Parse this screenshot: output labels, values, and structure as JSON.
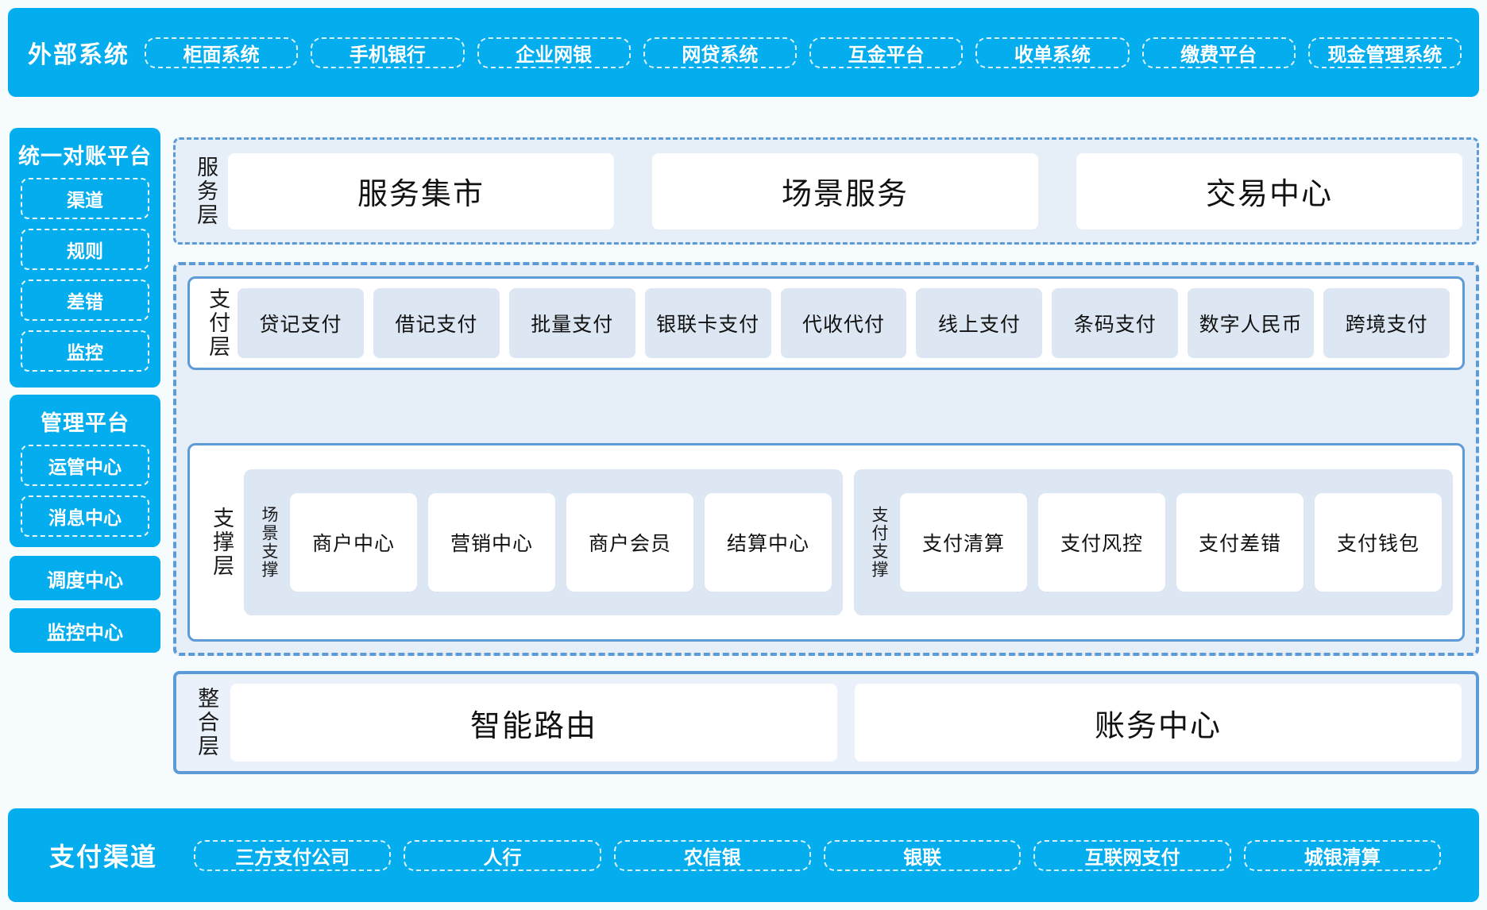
{
  "palette": {
    "cyan": "#03ADEE",
    "page_bg": "#f6fbfd",
    "dashed_blue": "#5C9BD6",
    "tile_blue": "#dde7f3",
    "panel_blue": "#e6eef8"
  },
  "external_systems": {
    "title": "外部系统",
    "items": [
      "柜面系统",
      "手机银行",
      "企业网银",
      "网贷系统",
      "互金平台",
      "收单系统",
      "缴费平台",
      "现金管理系统"
    ]
  },
  "sidebar": {
    "reconciliation": {
      "title": "统一对账平台",
      "items": [
        "渠道",
        "规则",
        "差错",
        "监控"
      ]
    },
    "management": {
      "title": "管理平台",
      "items": [
        "运管中心",
        "消息中心"
      ]
    },
    "standalone": [
      "调度中心",
      "监控中心"
    ]
  },
  "service_layer": {
    "label": "服务层",
    "cards": [
      "服务集市",
      "场景服务",
      "交易中心"
    ]
  },
  "payment_layer": {
    "label": "支付层",
    "tiles": [
      "贷记支付",
      "借记支付",
      "批量支付",
      "银联卡支付",
      "代收代付",
      "线上支付",
      "条码支付",
      "数字人民币",
      "跨境支付"
    ]
  },
  "support_layer": {
    "label": "支撑层",
    "groups": [
      {
        "label": "场景支撑",
        "tiles": [
          "商户中心",
          "营销中心",
          "商户会员",
          "结算中心"
        ]
      },
      {
        "label": "支付支撑",
        "tiles": [
          "支付清算",
          "支付风控",
          "支付差错",
          "支付钱包"
        ]
      }
    ]
  },
  "integration_layer": {
    "label": "整合层",
    "cards": [
      "智能路由",
      "账务中心"
    ]
  },
  "payment_channels": {
    "title": "支付渠道",
    "items": [
      "三方支付公司",
      "人行",
      "农信银",
      "银联",
      "互联网支付",
      "城银清算"
    ]
  }
}
